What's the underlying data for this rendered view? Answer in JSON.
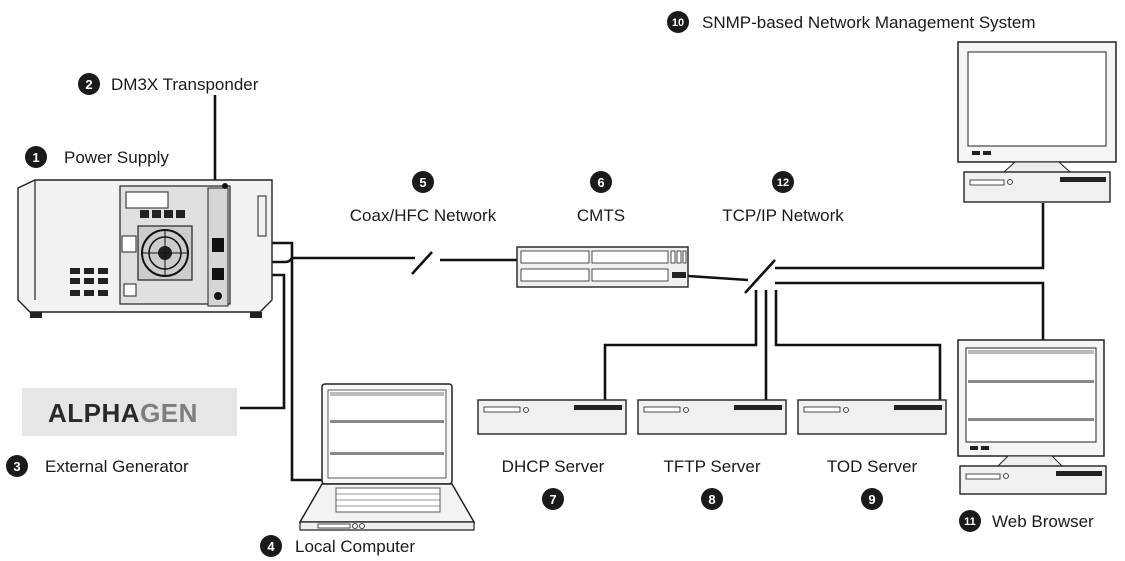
{
  "components": {
    "power_supply": {
      "number": "1",
      "label": "Power Supply"
    },
    "transponder": {
      "number": "2",
      "label": "DM3X Transponder"
    },
    "generator": {
      "number": "3",
      "label": "External Generator",
      "brand_bold": "ALPHA",
      "brand_light": "GEN"
    },
    "local_computer": {
      "number": "4",
      "label": "Local Computer"
    },
    "coax_network": {
      "number": "5",
      "label": "Coax/HFC Network"
    },
    "cmts": {
      "number": "6",
      "label": "CMTS"
    },
    "dhcp_server": {
      "number": "7",
      "label": "DHCP Server"
    },
    "tftp_server": {
      "number": "8",
      "label": "TFTP Server"
    },
    "tod_server": {
      "number": "9",
      "label": "TOD Server"
    },
    "snmp_nms": {
      "number": "10",
      "label": "SNMP-based Network Management System"
    },
    "web_browser": {
      "number": "11",
      "label": "Web Browser"
    },
    "tcpip_network": {
      "number": "12",
      "label": "TCP/IP Network"
    }
  },
  "colors": {
    "ink": "#1a1a1a",
    "badge": "#1a1a1a",
    "brand_bg": "#e6e6e6"
  }
}
